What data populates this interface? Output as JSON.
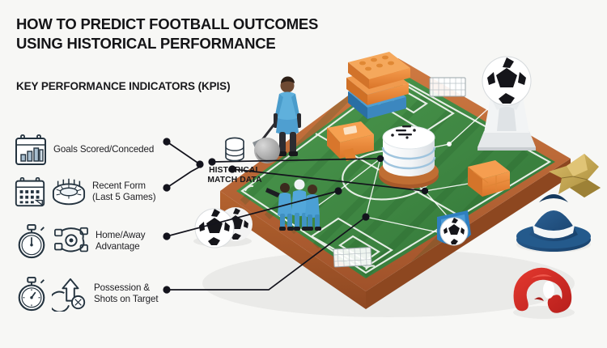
{
  "header": {
    "title": "HOW TO PREDICT FOOTBALL OUTCOMES\nUSING HISTORICAL PERFORMANCE",
    "subtitle": "KEY PERFORMANCE INDICATORS (KPIs)"
  },
  "hub": {
    "label": "HISTORICAL\nMATCH DATA",
    "icon": "database-icon"
  },
  "kpis": [
    {
      "label": "Goals Scored/Conceded",
      "icons": [
        "bar-chart-calendar-icon"
      ]
    },
    {
      "label": "Recent Form\n(Last 5 Games)",
      "icons": [
        "calendar-icon",
        "stadium-icon"
      ]
    },
    {
      "label": "Home/Away\nAdvantage",
      "icons": [
        "stopwatch-icon",
        "tactics-board-icon"
      ]
    },
    {
      "label": "Possession &\nShots on Target",
      "icons": [
        "stopwatch-icon",
        "arrow-up-target-icon"
      ]
    }
  ],
  "scene": {
    "objects": [
      {
        "name": "player-figure"
      },
      {
        "name": "grey-sphere"
      },
      {
        "name": "orange-block-stack"
      },
      {
        "name": "blue-block"
      },
      {
        "name": "orange-machine"
      },
      {
        "name": "database-cylinder"
      },
      {
        "name": "orange-cubes"
      },
      {
        "name": "soccer-ball-shield"
      },
      {
        "name": "goal-net-top"
      },
      {
        "name": "goal-net-bottom"
      },
      {
        "name": "player-group"
      },
      {
        "name": "soccer-ball-pair"
      },
      {
        "name": "trophy-ball-pedestal"
      },
      {
        "name": "gold-star-object"
      },
      {
        "name": "blue-fedora-hat"
      },
      {
        "name": "red-abstract-shape"
      }
    ]
  },
  "colors": {
    "background": "#f7f7f5",
    "ink": "#1b1b1f",
    "connector": "#13131c",
    "pitch_green": "#3f8f45",
    "pitch_green_dark": "#357a3c",
    "board_rim": "#c4703c",
    "board_rim_dark": "#a75a2c",
    "kit_blue": "#4aa6d8",
    "orange": "#ef8b3c",
    "gold": "#c9a94e",
    "hat_navy": "#1f4f80",
    "red": "#d52b26",
    "icon_stroke": "#24333f",
    "icon_fill": "#a8bfd0"
  }
}
